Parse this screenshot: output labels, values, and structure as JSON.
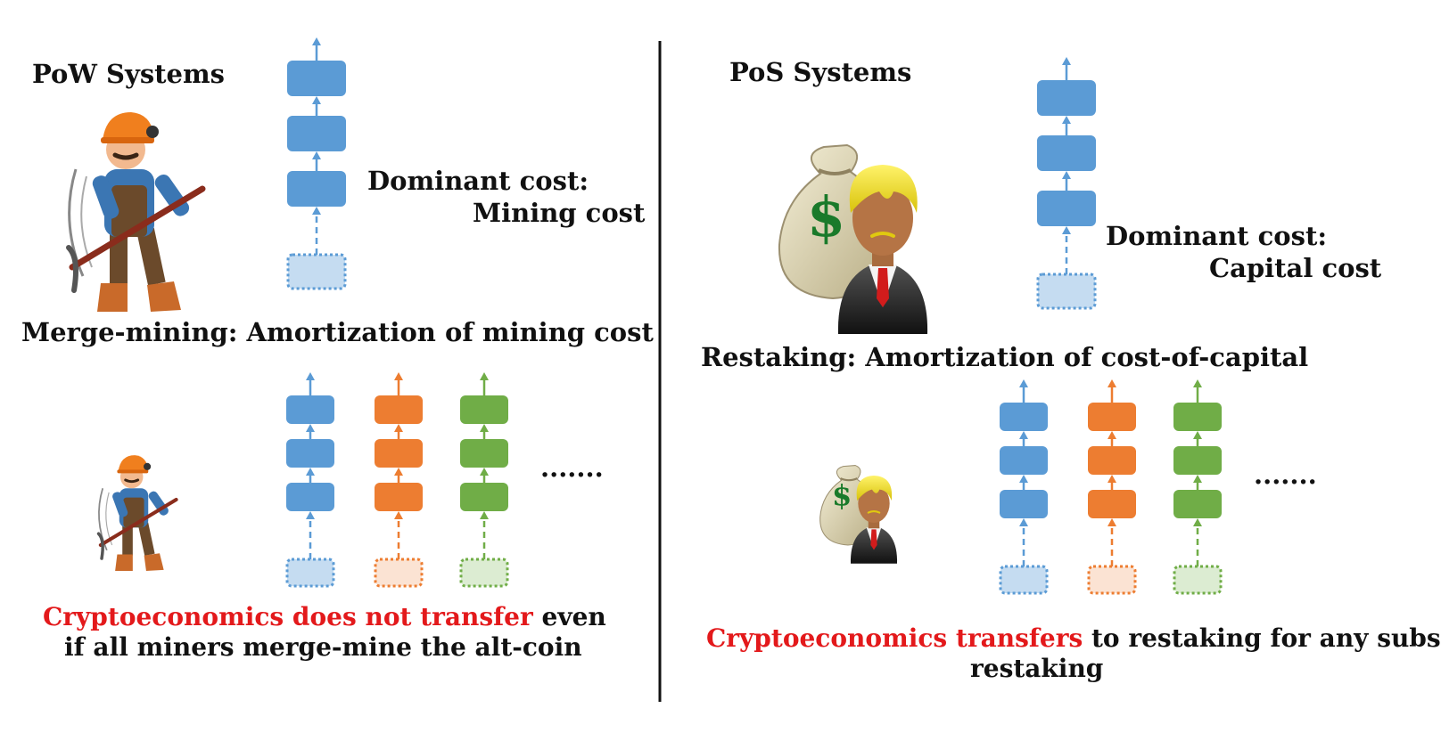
{
  "left_panel": {
    "title": "PoW Systems",
    "cost_label": "Dominant cost:",
    "cost_value": "Mining cost",
    "section_title": "Merge-mining: Amortization of mining cost",
    "ellipsis": ".......",
    "caption_highlight": "Cryptoeconomics does not transfer",
    "caption_rest_line1": " even",
    "caption_line2": "if all miners merge-mine the alt-coin"
  },
  "right_panel": {
    "title": "PoS Systems",
    "cost_label": "Dominant cost:",
    "cost_value": "Capital cost",
    "section_title": "Restaking: Amortization of cost-of-capital",
    "ellipsis": ".......",
    "caption_highlight": "Cryptoeconomics transfers",
    "caption_rest_line1": " to restaking for any subset",
    "caption_line2": "restaking",
    "money_symbol": "$"
  },
  "colors": {
    "blue": "#5b9bd5",
    "blue_light": "#c5dcf1",
    "orange": "#ed7d31",
    "orange_light": "#fbe3d3",
    "green": "#70ad47",
    "green_light": "#dcecd2",
    "highlight_red": "#e3191b",
    "divider": "#111111"
  },
  "icons": {
    "miner": "miner-with-pickaxe-icon",
    "investor": "businessman-with-money-bag-icon"
  }
}
